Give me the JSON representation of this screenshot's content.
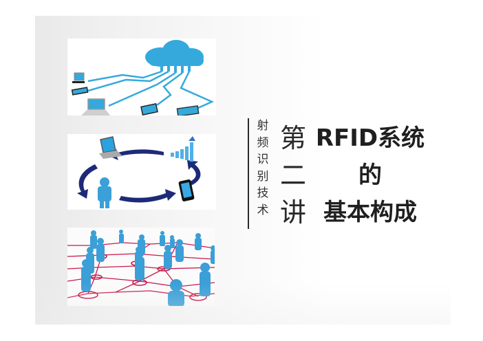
{
  "slide": {
    "subtitle_chars": [
      "射",
      "频",
      "识",
      "别",
      "技",
      "术"
    ],
    "lecture_chars": [
      "第",
      "二",
      "讲"
    ],
    "title_lines": [
      "RFID系统",
      "的",
      "基本构成"
    ],
    "full_subtitle": "射频识别技术",
    "full_lecture": "第二讲",
    "full_title": "RFID系统的基本构成"
  },
  "images": [
    {
      "name": "cloud-computing-illustration",
      "description": "cloud connected to desktop, phone, laptop and tablets"
    },
    {
      "name": "device-cycle-illustration",
      "description": "person, laptop, chart and smartphone connected by circular arrows"
    },
    {
      "name": "social-network-illustration",
      "description": "blue figures standing on nodes of a red network"
    }
  ],
  "colors": {
    "cloud_blue": "#35a9dc",
    "arrow_navy": "#1e2a78",
    "figure_blue": "#3b9fd8",
    "network_red": "#c8194a",
    "text_dark": "#2a2a2a"
  }
}
